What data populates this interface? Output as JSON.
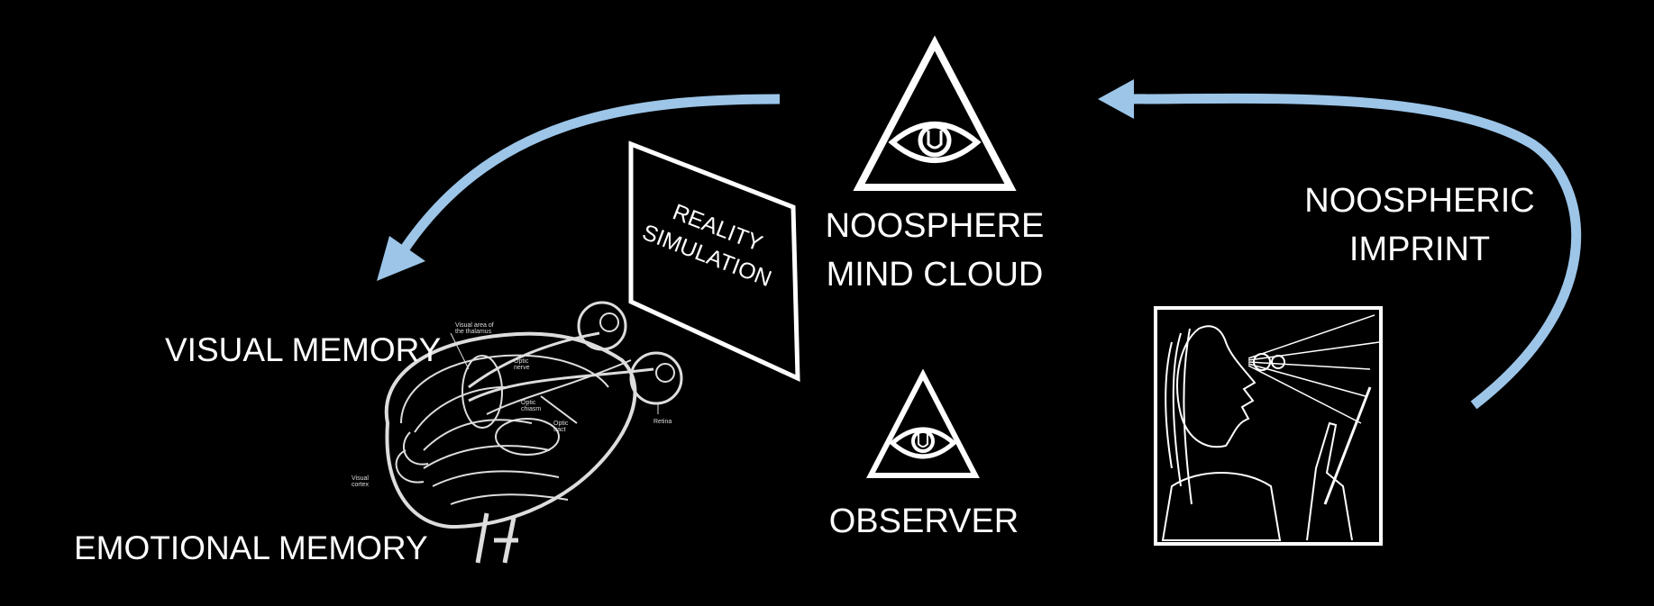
{
  "colors": {
    "background": "#000000",
    "foreground": "#ffffff",
    "arrow": "#9cc5e8"
  },
  "labels": {
    "noosphere_line1": "NOOSPHERE",
    "noosphere_line2": "MIND CLOUD",
    "observer": "OBSERVER",
    "imprint_line1": "NOOSPHERIC",
    "imprint_line2": "IMPRINT",
    "visual_memory": "VISUAL MEMORY",
    "emotional_memory": "EMOTIONAL MEMORY",
    "reality_line1": "REALITY",
    "reality_line2": "SIMULATION"
  },
  "brain_annotations": {
    "visual_area": "Visual area of the thalamus",
    "optic_nerve": "Optic nerve",
    "optic_chiasm": "Optic chiasm",
    "optic_tract": "Optic tract",
    "retina": "Retina",
    "visual_cortex": "Visual cortex"
  },
  "icons": {
    "mind_cloud": "eye-in-triangle-icon",
    "observer": "eye-in-triangle-icon",
    "brain": "brain-visual-pathway-illustration",
    "engraving": "optics-engraving-illustration",
    "screen": "reality-screen-frame"
  }
}
